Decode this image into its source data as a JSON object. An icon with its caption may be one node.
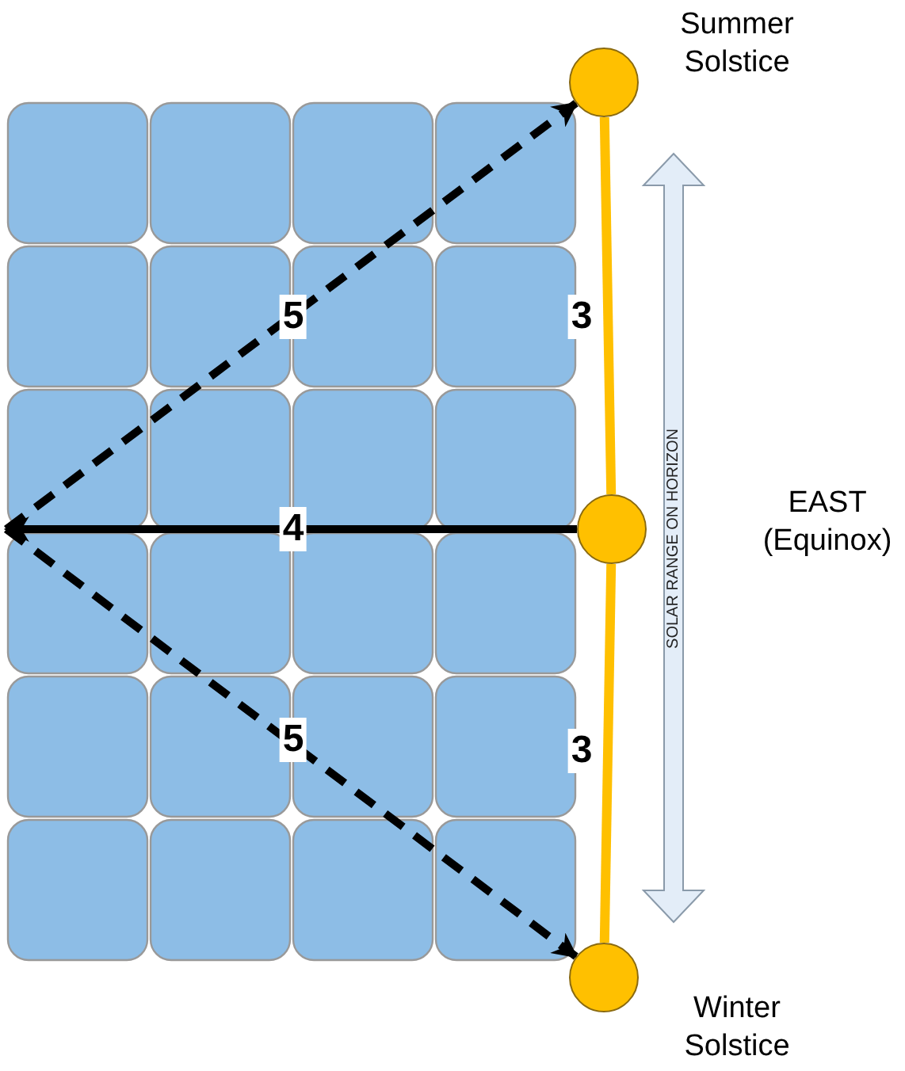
{
  "diagram": {
    "nodes": [
      {
        "text": [],
        "shape": "circle",
        "beside": [
          "Summer Solstice"
        ]
      },
      {
        "text": [],
        "shape": "circle",
        "beside": [
          "EAST (Equinox)"
        ]
      },
      {
        "text": [],
        "shape": "circle",
        "beside": [
          "Winter Solstice"
        ]
      }
    ],
    "edges": [
      {
        "from": null,
        "to": 0,
        "arrow": "to",
        "style": "dashed",
        "label": "5"
      },
      {
        "from": 1,
        "to": null,
        "arrow": "to",
        "label": "4"
      },
      {
        "from": null,
        "to": 2,
        "arrow": "to",
        "style": "dashed",
        "label": "5"
      },
      {
        "from": 0,
        "to": 1,
        "arrow": "none",
        "color": "#ffc000",
        "label": "3"
      },
      {
        "from": 1,
        "to": 2,
        "arrow": "none",
        "color": "#ffc000",
        "label": "3"
      }
    ],
    "labels": [
      "SOLAR RANGE ON HORIZON"
    ]
  }
}
